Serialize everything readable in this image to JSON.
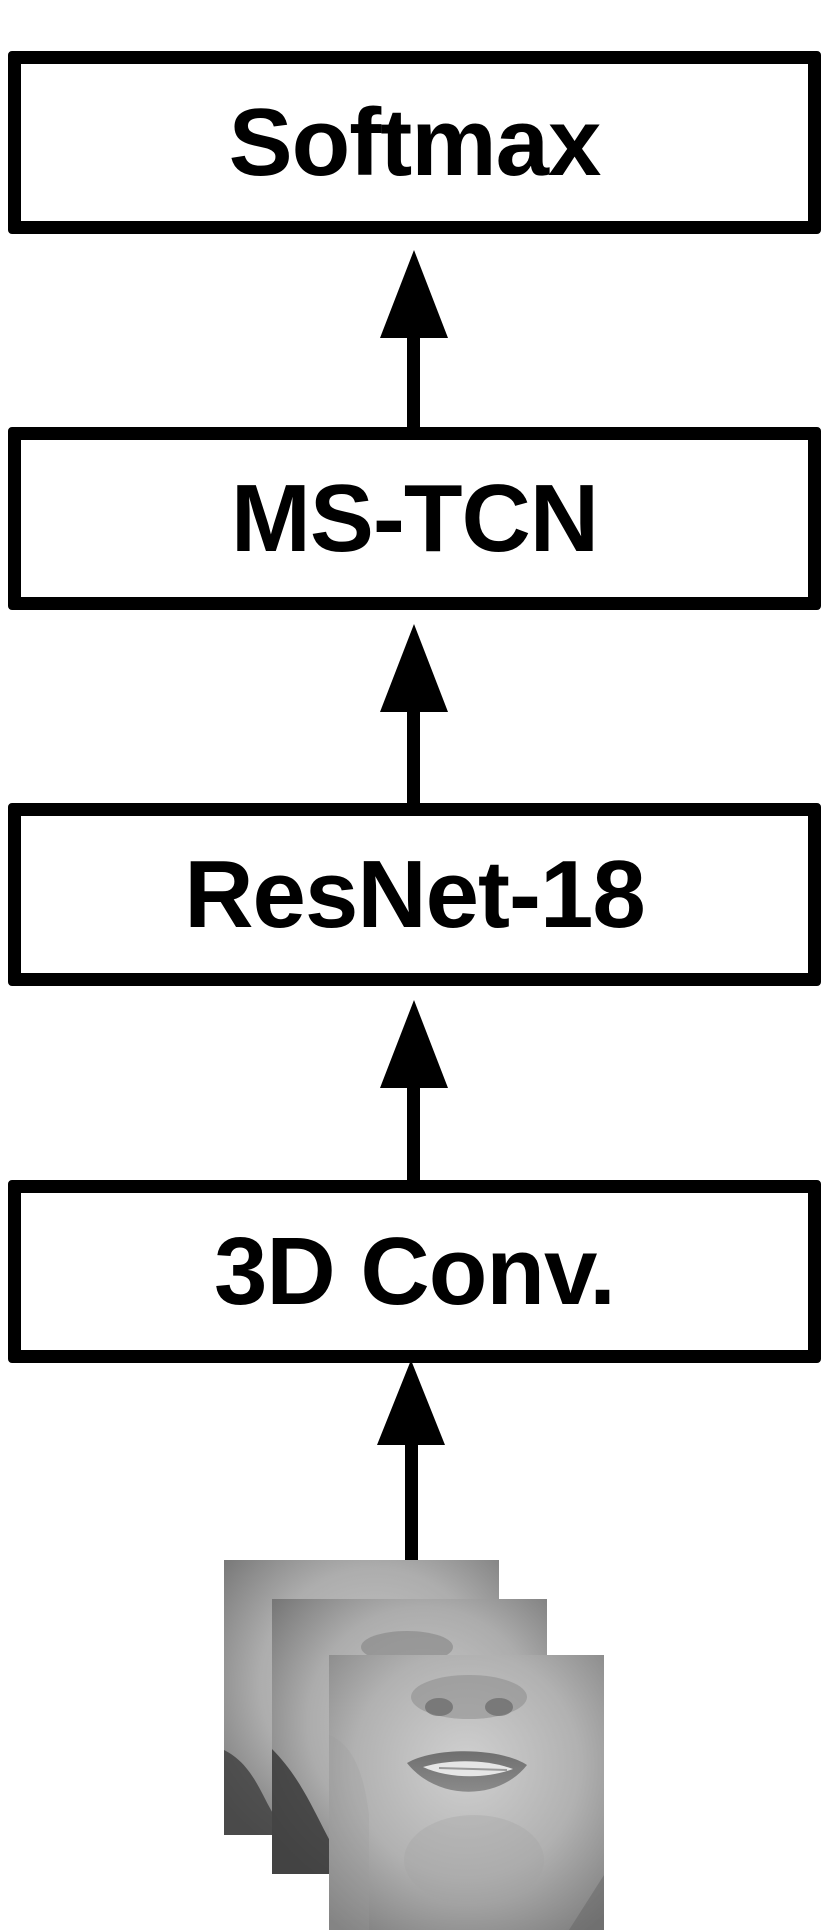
{
  "blocks": {
    "softmax": "Softmax",
    "ms_tcn": "MS-TCN",
    "resnet": "ResNet-18",
    "conv3d": "3D Conv."
  },
  "icons": {
    "arrow": "arrow-up-icon",
    "input_frames": "mouth-frame-image"
  },
  "colors": {
    "stroke": "#000000",
    "background": "#ffffff"
  }
}
